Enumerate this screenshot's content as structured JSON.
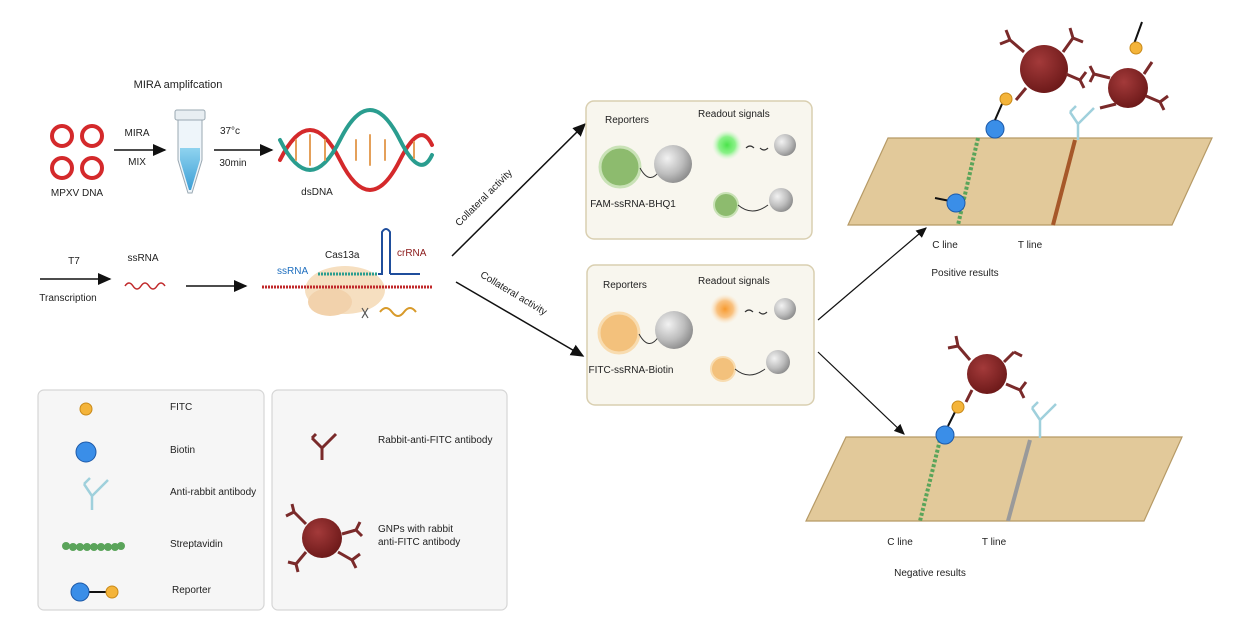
{
  "amplification": {
    "title": "MIRA amplifcation",
    "template_label": "MPXV DNA",
    "mira_label": "MIRA",
    "mix_label": "MIX",
    "temp_label": "37°c",
    "time_label": "30min",
    "product_label": "dsDNA"
  },
  "transcription": {
    "t7_label": "T7",
    "transcription_label": "Transcription",
    "ssrna_label": "ssRNA",
    "ssrna_target_label": "ssRNA",
    "cas_label": "Cas13a",
    "crrna_label": "crRNA"
  },
  "arrows": {
    "top_label": "Collateral activity",
    "bottom_label": "Collateral activity"
  },
  "panel_fam": {
    "reporters_label": "Reporters",
    "readout_label": "Readout signals",
    "reporter_name": "FAM-ssRNA-BHQ1",
    "color": "#8dbb6e",
    "glow_color": "#4be34b"
  },
  "panel_fitc": {
    "reporters_label": "Reporters",
    "readout_label": "Readout signals",
    "reporter_name": "FITC-ssRNA-Biotin",
    "color": "#f3c17c",
    "glow_color": "#f79a2e"
  },
  "strips": {
    "positive": {
      "c_line": "C line",
      "t_line": "T  line",
      "result": "Positive results"
    },
    "negative": {
      "c_line": "C line",
      "t_line": "T  line",
      "result": "Negative results"
    }
  },
  "legend_left": [
    {
      "label": "FITC",
      "icon": "fitc-dot"
    },
    {
      "label": "Biotin",
      "icon": "biotin-dot"
    },
    {
      "label": "Anti-rabbit  antibody",
      "icon": "anti-rabbit-antibody"
    },
    {
      "label": "Streptavidin",
      "icon": "streptavidin-chain"
    },
    {
      "label": "Reporter",
      "icon": "reporter-pair"
    }
  ],
  "legend_right": [
    {
      "label": "Rabbit-anti-FITC antibody",
      "icon": "rabbit-anti-fitc-antibody"
    },
    {
      "label": "GNPs with rabbit",
      "label2": "anti-FITC antibody",
      "icon": "gnp-antibody"
    }
  ],
  "colors": {
    "plasmid": "#d4292b",
    "fitc": "#f4b43a",
    "biotin": "#3a8ee8",
    "gnp": "#7b1f1f",
    "antibody": "#7a2a2a",
    "anti_rabbit": "#b6dde8",
    "streptavidin": "#5aa45a",
    "strip": "#e2c99a",
    "panel_bg": "#f8f6ee",
    "panel_border": "#d9cfb0"
  }
}
